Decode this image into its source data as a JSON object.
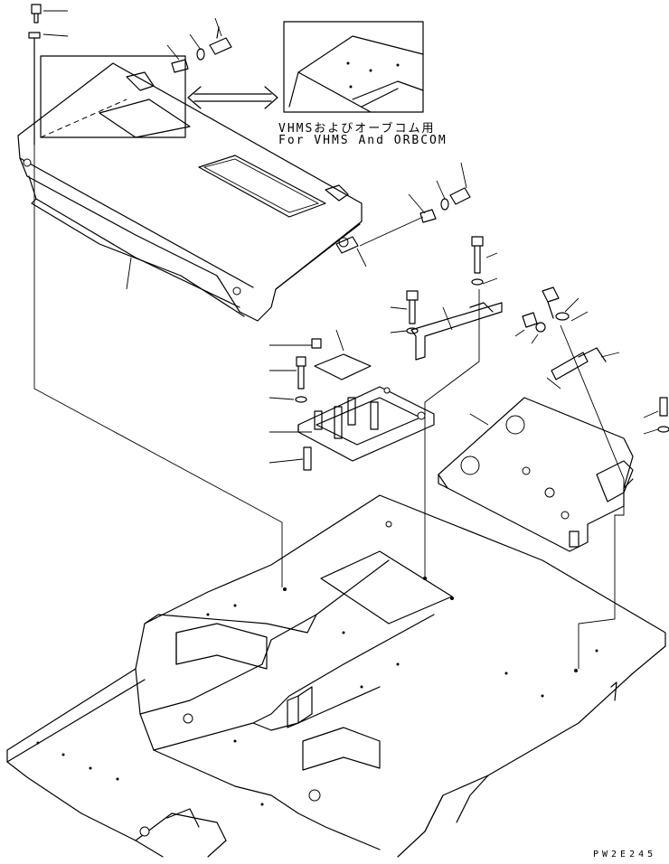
{
  "figure": {
    "callout_line1": "VHMSおよびオーブコム用",
    "callout_line2": "For VHMS And ORBCOM",
    "drawing_code": "PW2E245"
  }
}
